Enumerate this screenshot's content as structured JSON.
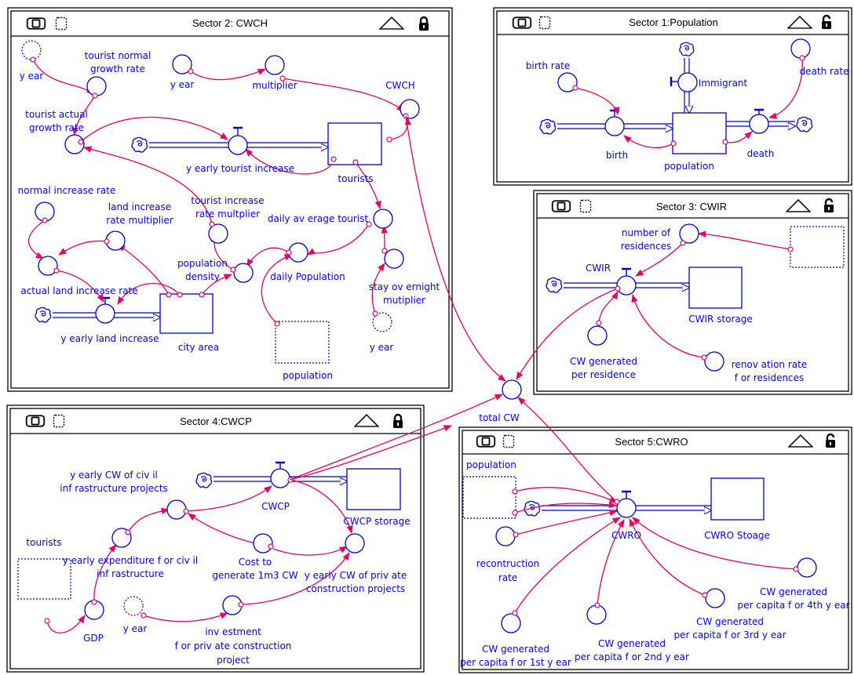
{
  "sectors": {
    "s2": {
      "title": "Sector 2: CWCH"
    },
    "s1": {
      "title": "Sector 1:Population"
    },
    "s3": {
      "title": "Sector 3: CWIR"
    },
    "s4": {
      "title": "Sector 4:CWCP"
    },
    "s5": {
      "title": "Sector 5:CWRO"
    }
  },
  "labels": {
    "s2_year1": "y ear",
    "s2_tnr1": "tourist normal",
    "s2_tnr2": "growth rate",
    "s2_year2": "y ear",
    "s2_mult": "multiplier",
    "s2_cwch": "CWCH",
    "s2_tag1": "tourist actual",
    "s2_tag2": "growth rate",
    "s2_yti": "y early tourist increase",
    "s2_tourists": "tourists",
    "s2_nir": "normal increase rate",
    "s2_tirm1": "tourist increase",
    "s2_tirm2": "rate multplier",
    "s2_lirm1": "land increase",
    "s2_lirm2": "rate multiplier",
    "s2_dat": "daily av erage tourist",
    "s2_pd1": "population",
    "s2_pd2": "density",
    "s2_dp": "daily Population",
    "s2_alir": "actual land increase rate",
    "s2_som1": "stay ov ernight",
    "s2_som2": "mutiplier",
    "s2_yli": "y early  land increase",
    "s2_ca": "city  area",
    "s2_year3": "y ear",
    "s2_pop": "population",
    "s1_br": "birth rate",
    "s1_imm": "Immigrant",
    "s1_dr": "death rate",
    "s1_birth": "birth",
    "s1_pop": "population",
    "s1_death": "death",
    "s3_nr1": "number of",
    "s3_nr2": "residences",
    "s3_cwir": "CWIR",
    "s3_store": "CWIR storage",
    "s3_cwg1": "CW generated",
    "s3_cwg2": "per residence",
    "s3_rr1": "renov ation rate",
    "s3_rr2": "f or residences",
    "total_cw": "total CW",
    "s4_yci1": "y early CW of civ il",
    "s4_yci2": "inf rastructure projects",
    "s4_cwcp": "CWCP",
    "s4_store": "CWCP storage",
    "s4_tourists": "tourists",
    "s4_yec1": "y early  expenditure f or  civ il",
    "s4_yec2": "inf rastructure",
    "s4_cost1": "Cost to",
    "s4_cost2": "generate 1m3 CW",
    "s4_ycp1": "y early CW of priv ate",
    "s4_ycp2": "construction projects",
    "s4_gdp": "GDP",
    "s4_year": "y ear",
    "s4_inv1": "inv estment",
    "s4_inv2": "f or priv ate construction",
    "s4_inv3": "project",
    "s5_pop": "population",
    "s5_cwro": "CWRO",
    "s5_store": "CWRO Stoage",
    "s5_rr1": "recontruction",
    "s5_rr2": "rate",
    "s5_c4a": "CW generated",
    "s5_c4b": "per capita f or 4th y ear",
    "s5_c3a": "CW generated",
    "s5_c3b": "per capita f or 3rd y ear",
    "s5_c2a": "CW generated",
    "s5_c2b": "per capita f or 2nd y ear",
    "s5_c1a": "CW generated",
    "s5_c1b": "per capita f or 1st y ear"
  },
  "colors": {
    "node": "#0000cc",
    "link": "#e8005a",
    "frame": "#000000",
    "background": "#ffffff"
  },
  "icons": [
    "display-icon",
    "dashed-square-icon",
    "triangle-up-icon",
    "padlock-icon",
    "cloud-source-icon",
    "valve-icon"
  ]
}
